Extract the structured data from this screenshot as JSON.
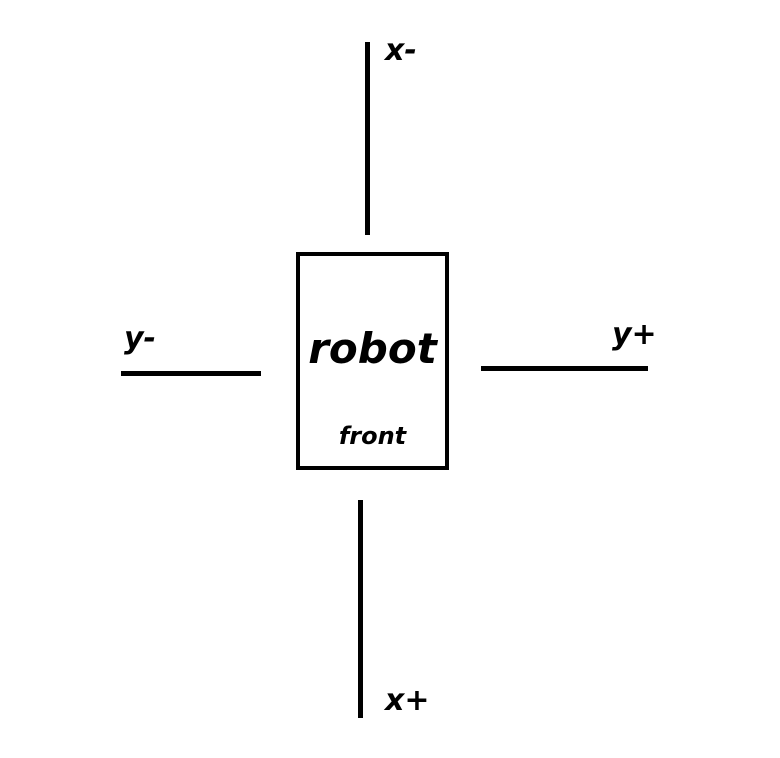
{
  "diagram": {
    "robot": {
      "title": "robot",
      "front_label": "front"
    },
    "axes": {
      "x_minus": "x-",
      "x_plus": "x+",
      "y_minus": "y-",
      "y_plus": "y+"
    }
  }
}
